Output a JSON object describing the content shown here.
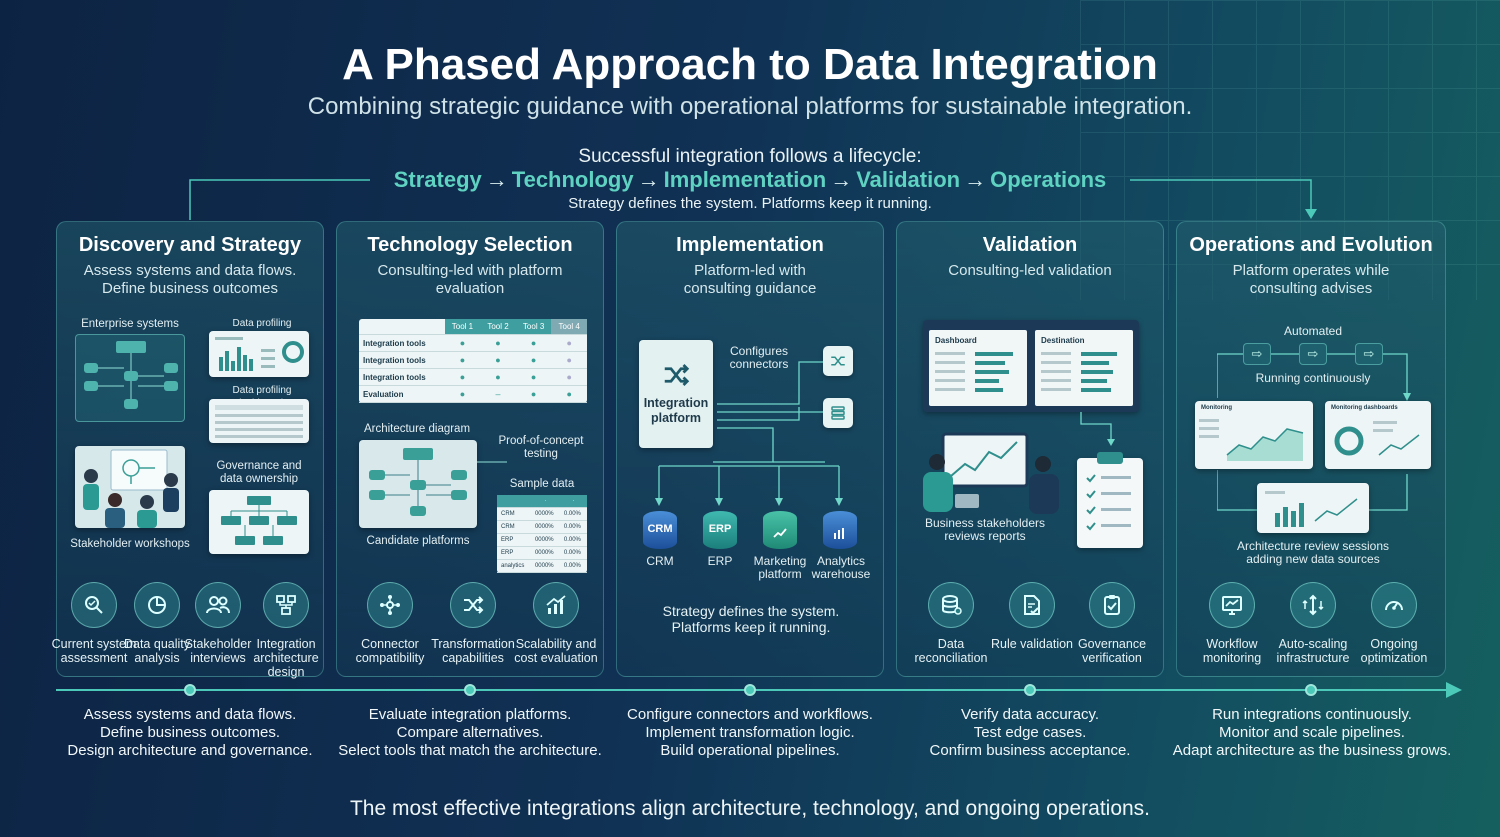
{
  "header": {
    "title": "A Phased Approach to Data Integration",
    "subtitle": "Combining strategic guidance with operational platforms for sustainable integration."
  },
  "lifecycle": {
    "intro": "Successful integration follows a lifecycle:",
    "steps": [
      "Strategy",
      "Technology",
      "Implementation",
      "Validation",
      "Operations"
    ],
    "arrow": "→",
    "summary": "Strategy defines the system. Platforms keep it running."
  },
  "panels": [
    {
      "title": "Discovery and Strategy",
      "subtitle": "Assess systems and data flows. Define business outcomes",
      "visual_labels": {
        "enterprise": "Enterprise systems",
        "profiling1": "Data profiling dashboards",
        "profiling2": "Data profiling dashboards",
        "governance": "Governance and data ownership",
        "workshops": "Stakeholder workshops"
      },
      "capabilities": [
        {
          "icon": "magnifier-icon",
          "label": "Current system assessment"
        },
        {
          "icon": "pie-chart-icon",
          "label": "Data quality analysis"
        },
        {
          "icon": "people-icon",
          "label": "Stakeholder interviews"
        },
        {
          "icon": "architecture-icon",
          "label": "Integration architecture design"
        }
      ],
      "description": [
        "Assess systems and data flows.",
        "Define business outcomes.",
        "Design architecture and governance."
      ]
    },
    {
      "title": "Technology Selection",
      "subtitle": "Consulting-led with platform evaluation",
      "visual_labels": {
        "architecture": "Architecture diagram",
        "poc": "Proof-of-concept testing",
        "sample": "Sample data",
        "candidates": "Candidate platforms"
      },
      "tool_table": {
        "headers": [
          "Tool 1",
          "Tool 2",
          "Tool 3",
          "Tool 4"
        ],
        "rows": [
          "Integration tools",
          "Integration tools",
          "Integration tools",
          "Evaluation"
        ]
      },
      "sample_table": {
        "rows": [
          "CRM",
          "CRM",
          "ERP",
          "ERP",
          "analytics"
        ],
        "values": [
          "0000%",
          "0.00%"
        ]
      },
      "capabilities": [
        {
          "icon": "connector-icon",
          "label": "Connector compatibility"
        },
        {
          "icon": "shuffle-icon",
          "label": "Transformation capabilities"
        },
        {
          "icon": "growth-chart-icon",
          "label": "Scalability and cost evaluation"
        }
      ],
      "description": [
        "Evaluate integration platforms.",
        "Compare alternatives.",
        "Select tools that match the architecture."
      ]
    },
    {
      "title": "Implementation",
      "subtitle": "Platform-led with consulting guidance",
      "platform_label": "Integration platform",
      "connectors_label": "Configures connectors",
      "targets": [
        {
          "code": "CRM",
          "label": "CRM"
        },
        {
          "code": "ERP",
          "label": "ERP"
        },
        {
          "code": "",
          "label": "Marketing platform"
        },
        {
          "code": "",
          "label": "Analytics warehouse"
        }
      ],
      "note": "Strategy defines the system. Platforms keep it running.",
      "description": [
        "Configure connectors and workflows.",
        "Implement transformation logic.",
        "Build operational pipelines."
      ]
    },
    {
      "title": "Validation",
      "subtitle": "Consulting-led validation",
      "visual_labels": {
        "dashboard": "Dashboard",
        "destination": "Destination",
        "stakeholders": "Business stakeholders reviews reports"
      },
      "capabilities": [
        {
          "icon": "database-icon",
          "label": "Data reconciliation"
        },
        {
          "icon": "document-check-icon",
          "label": "Rule validation"
        },
        {
          "icon": "clipboard-check-icon",
          "label": "Governance verification"
        }
      ],
      "description": [
        "Verify data accuracy.",
        "Test edge cases.",
        "Confirm business acceptance."
      ]
    },
    {
      "title": "Operations and Evolution",
      "subtitle": "Platform operates while consulting advises",
      "visual_labels": {
        "automated": "Automated",
        "running": "Running continuously",
        "monitoring": "Monitoring",
        "monitoring_dash": "Monitoring dashboards",
        "review": "Architecture review sessions adding new data sources"
      },
      "capabilities": [
        {
          "icon": "workflow-monitor-icon",
          "label": "Workflow monitoring"
        },
        {
          "icon": "autoscale-icon",
          "label": "Auto-scaling infrastructure"
        },
        {
          "icon": "gauge-icon",
          "label": "Ongoing optimization"
        }
      ],
      "description": [
        "Run integrations continuously.",
        "Monitor and scale pipelines.",
        "Adapt architecture as the business grows."
      ]
    }
  ],
  "footer": "The most effective integrations align architecture, technology, and ongoing operations.",
  "colors": {
    "accent": "#5fd2c2",
    "background": "#103154",
    "timeline": "#4cc9b9"
  }
}
